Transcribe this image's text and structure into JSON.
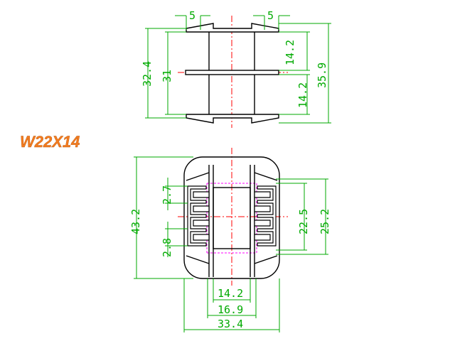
{
  "title": "W22X14",
  "colors": {
    "outline": "#000000",
    "dimension": "#00aa00",
    "centerline": "#ff0000",
    "hidden": "#ff00ff",
    "title": "#f47c20"
  },
  "dimensions": {
    "side_view": {
      "flange_left": "5",
      "flange_right": "5",
      "overall_inner": "32.4",
      "winding_span": "31",
      "window_upper": "14.2",
      "window_lower": "14.2",
      "overall_height": "35.9"
    },
    "top_view": {
      "outer_height": "43.2",
      "slot_upper": "2.7",
      "slot_lower": "2.8",
      "pin_span_inner": "22.5",
      "pin_span_outer": "25.2",
      "core_width": "14.2",
      "core_width_outer": "16.9",
      "overall_width": "33.4"
    }
  }
}
